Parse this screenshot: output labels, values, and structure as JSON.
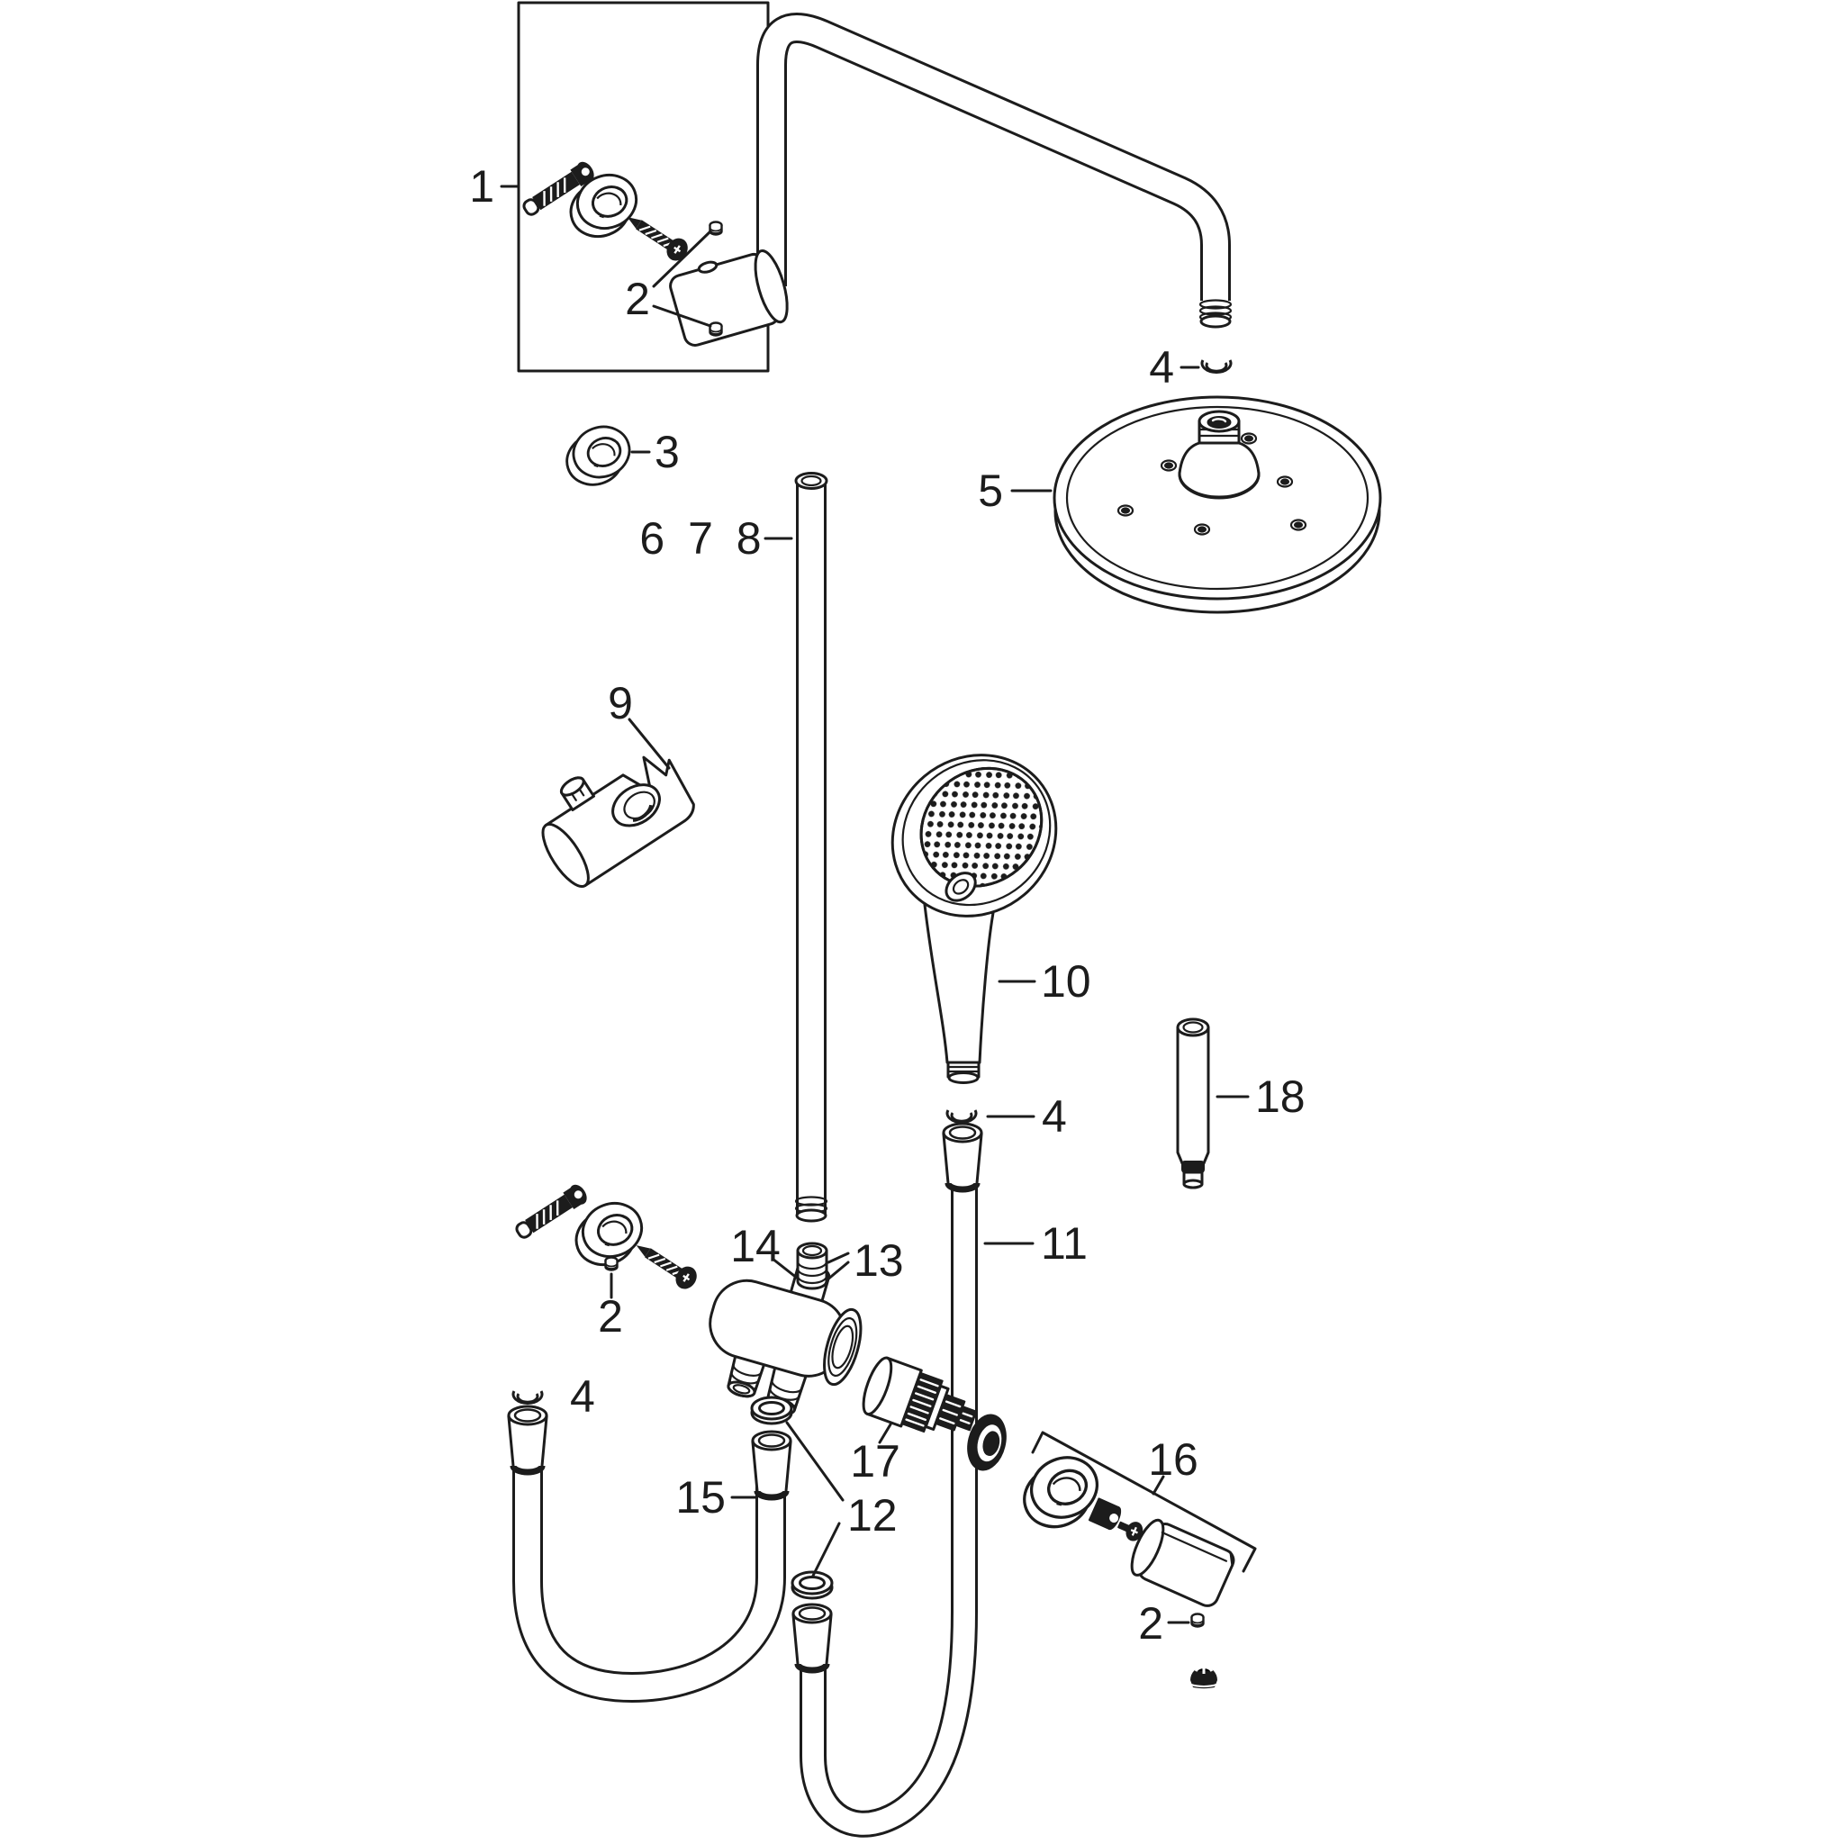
{
  "diagram": {
    "type": "exploded-parts-diagram",
    "subject": "shower-system-spare-parts",
    "colors": {
      "background": "#ffffff",
      "line": "#1c1c1c"
    },
    "labels": {
      "part1": "1",
      "part2_top": "2",
      "part3": "3",
      "part4_top": "4",
      "part5": "5",
      "part678": "6 7 8",
      "part9": "9",
      "part10": "10",
      "part4_mid": "4",
      "part11": "11",
      "part18": "18",
      "part14": "14",
      "part13": "13",
      "part2_mid": "2",
      "part4_left": "4",
      "part15": "15",
      "part12": "12",
      "part17": "17",
      "part16": "16",
      "part2_bottom": "2"
    }
  }
}
